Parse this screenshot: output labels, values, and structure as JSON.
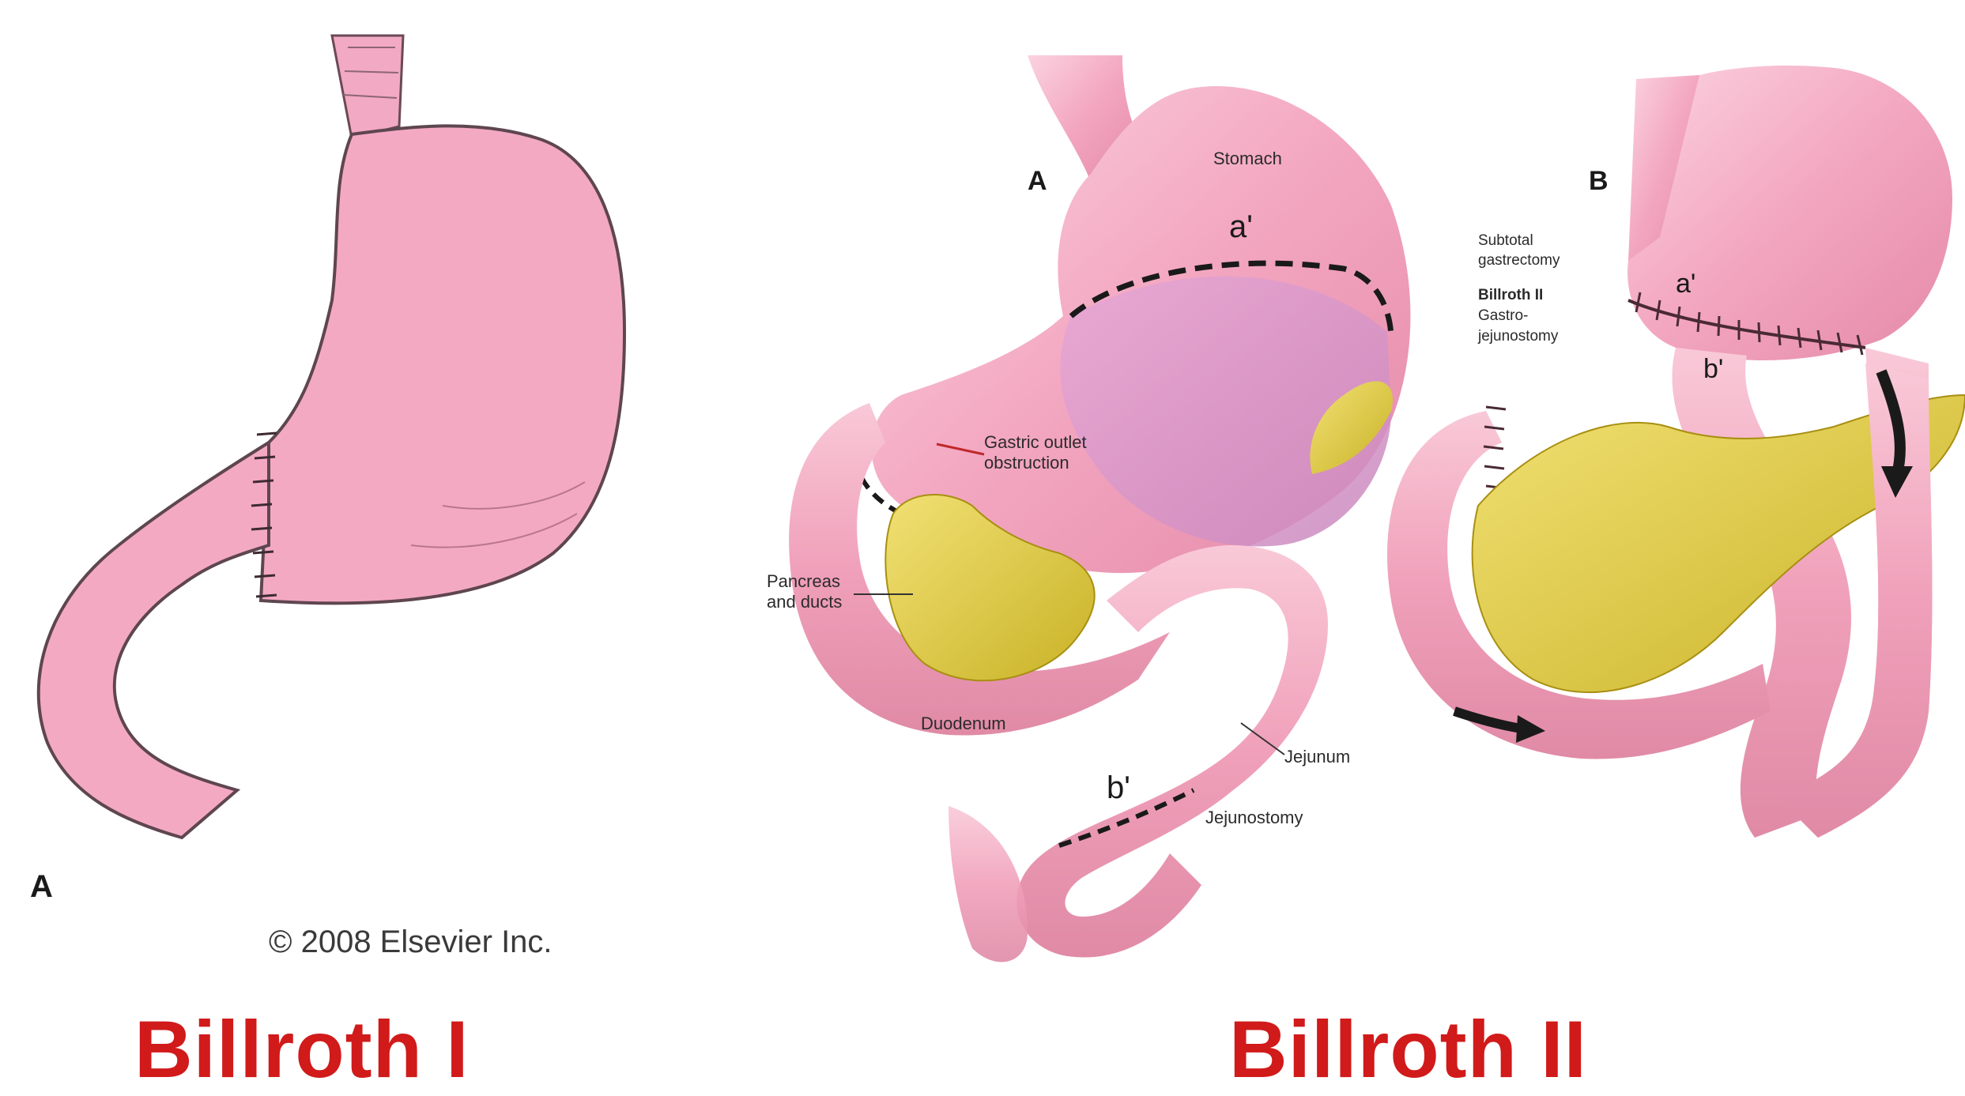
{
  "left": {
    "panel_letter": "A",
    "copyright": "© 2008 Elsevier Inc.",
    "caption": "Billroth I"
  },
  "right": {
    "caption": "Billroth II",
    "panel_a": {
      "letter": "A",
      "stomach": "Stomach",
      "a_prime": "a'",
      "gastric_outlet_1": "Gastric outlet",
      "gastric_outlet_2": "obstruction",
      "pancreas_1": "Pancreas",
      "pancreas_2": "and ducts",
      "duodenum": "Duodenum",
      "jejunum": "Jejunum",
      "b_prime": "b'",
      "jejunostomy": "Jejunostomy"
    },
    "panel_b": {
      "letter": "B",
      "line1": "Subtotal",
      "line2": "gastrectomy",
      "line3": "Billroth II",
      "line4": "Gastro-",
      "line5": "jejunostomy",
      "a_prime": "a'",
      "b_prime": "b'"
    }
  },
  "colors": {
    "stomach_pink": "#f4a9c2",
    "pancreas_yellow": "#e8d24a",
    "caption_red": "#d11a1a"
  }
}
